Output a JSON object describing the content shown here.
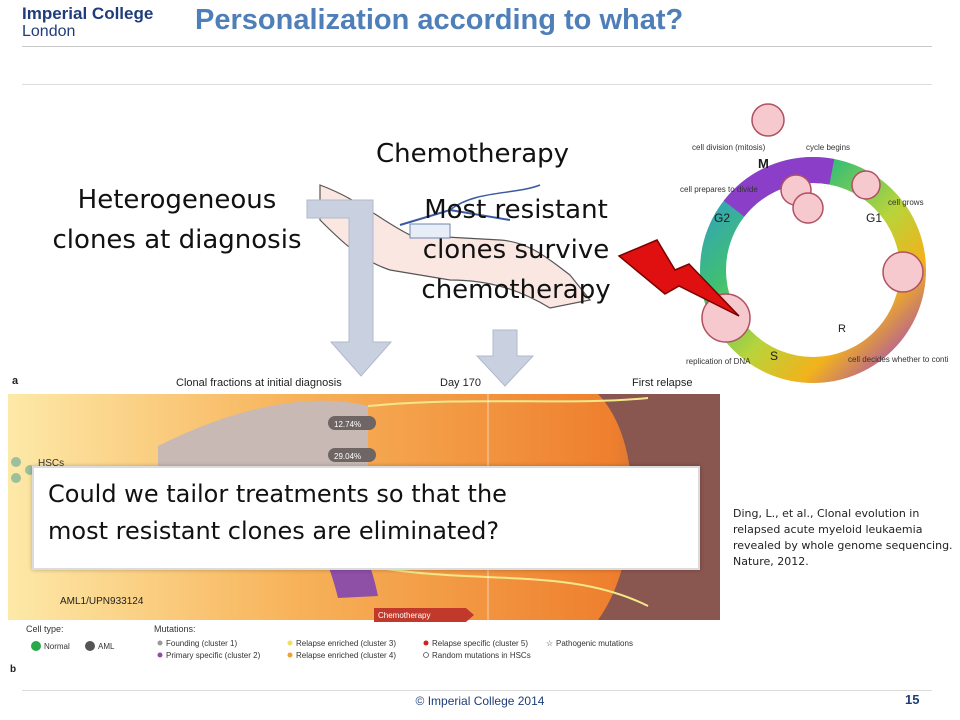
{
  "header": {
    "logo_line1": "Imperial College",
    "logo_line2": "London",
    "title": "Personalization according to what?"
  },
  "labels": {
    "chemotherapy": "Chemotherapy",
    "hetero_line1": "Heterogeneous",
    "hetero_line2": "clones at diagnosis",
    "survive_line1": "Most resistant",
    "survive_line2": "clones survive",
    "survive_line3": "chemotherapy"
  },
  "cell_cycle": {
    "phases": [
      "M",
      "G1",
      "S",
      "G2",
      "R"
    ],
    "notes": [
      "cell division (mitosis)",
      "cycle begins",
      "cell prepares to divide",
      "cell grows",
      "cell decides whether to continue",
      "replication of DNA"
    ]
  },
  "plot": {
    "panel_a": "a",
    "panel_b": "b",
    "col_diagnosis": "Clonal fractions at initial diagnosis",
    "col_day": "Day 170",
    "col_relapse": "First relapse",
    "pct1": "12.74%",
    "pct2": "29.04%",
    "hsc_label": "HSCs",
    "patient_id": "AML1/UPN933124",
    "chemo_tag": "Chemotherapy"
  },
  "question": {
    "line1": "Could we tailor treatments so that the",
    "line2": "most resistant clones are eliminated?"
  },
  "reference": {
    "line1": "Ding, L., et al., Clonal evolution in",
    "line2": "relapsed acute myeloid leukaemia",
    "line3": "revealed by whole genome sequencing.",
    "line4": "Nature, 2012."
  },
  "legend": {
    "cell_type_title": "Cell type:",
    "normal": "Normal",
    "aml": "AML",
    "mutations_title": "Mutations:",
    "m1": "Founding (cluster 1)",
    "m2": "Primary specific (cluster 2)",
    "m3": "Relapse enriched (cluster 3)",
    "m4": "Relapse enriched (cluster 4)",
    "m5": "Relapse specific (cluster 5)",
    "m6": "Random mutations in HSCs",
    "m7": "Pathogenic mutations"
  },
  "footer": {
    "copyright": "© Imperial College 2014",
    "page": "15"
  },
  "colors": {
    "title_blue": "#4f7fb8",
    "navy": "#1f3d7a",
    "orange": "#f39c4a",
    "bolt_red": "#e01010",
    "arrow_gray": "#c9d0e0"
  }
}
